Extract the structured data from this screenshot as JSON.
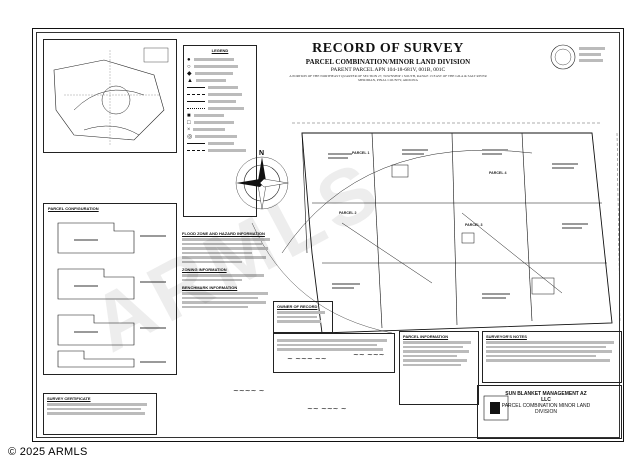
{
  "document": {
    "title": "RECORD OF SURVEY",
    "subtitle": "PARCEL COMBINATION/MINOR LAND DIVISION",
    "parent_parcel": "PARENT PARCEL APN 104-18-681V, 001B, 001C",
    "location_note": "A PORTION OF THE NORTHEAST QUARTER OF SECTION 27, TOWNSHIP 1 SOUTH, RANGE 13 EAST OF THE GILA & SALT RIVER MERIDIAN, PINAL COUNTY, ARIZONA"
  },
  "sections": {
    "legend": "LEGEND",
    "parcel_configuration": "PARCEL CONFIGURATION",
    "flood_zone": "FLOOD ZONE AND HAZARD INFORMATION",
    "zoning": "ZONING INFORMATION",
    "benchmark": "BENCHMARK INFORMATION",
    "owner_of_record": "OWNER OF RECORD",
    "parcel_information": "PARCEL INFORMATION",
    "surveyor_notes": "SURVEYOR'S NOTES",
    "survey_certificate": "SURVEY CERTIFICATE"
  },
  "parcels": {
    "p1": "PARCEL 1",
    "p2": "PARCEL 2",
    "p3": "PARCEL 3",
    "p4": "PARCEL 4"
  },
  "title_block": {
    "company": "SUN BLANKET MANAGEMENT AZ LLC",
    "project": "PARCEL COMBINATION MINOR LAND DIVISION"
  },
  "watermark": "ARMLS",
  "footer": {
    "copyright": "© 2025 ARMLS"
  },
  "colors": {
    "ink": "#111111",
    "paper": "#ffffff"
  }
}
